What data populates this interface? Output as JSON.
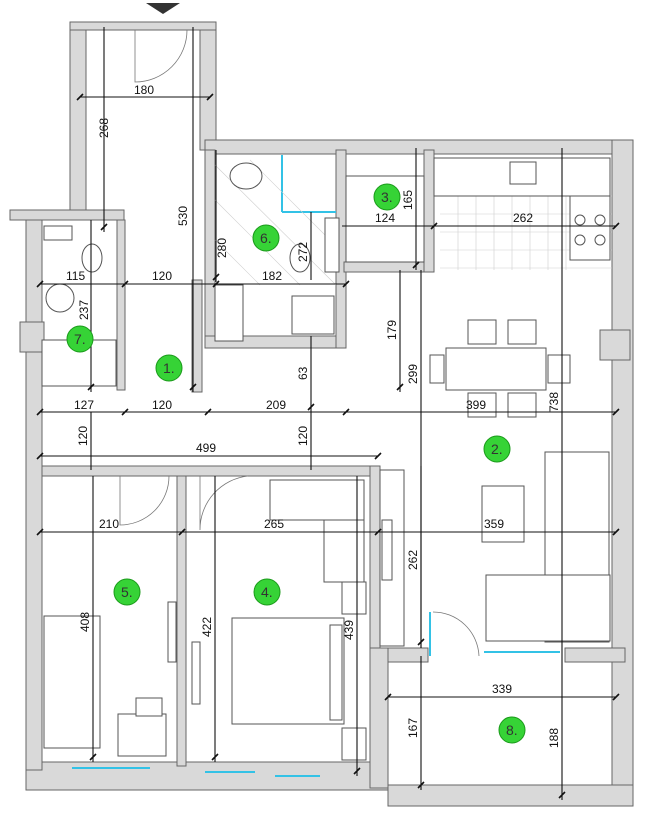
{
  "rooms": [
    {
      "num": "1."
    },
    {
      "num": "2."
    },
    {
      "num": "3."
    },
    {
      "num": "4."
    },
    {
      "num": "5."
    },
    {
      "num": "6."
    },
    {
      "num": "7."
    },
    {
      "num": "8."
    }
  ],
  "dimensions": [
    {
      "label": "180"
    },
    {
      "label": "268"
    },
    {
      "label": "530"
    },
    {
      "label": "280"
    },
    {
      "label": "165"
    },
    {
      "label": "124"
    },
    {
      "label": "262"
    },
    {
      "label": "272"
    },
    {
      "label": "182"
    },
    {
      "label": "115"
    },
    {
      "label": "120"
    },
    {
      "label": "237"
    },
    {
      "label": "179"
    },
    {
      "label": "299"
    },
    {
      "label": "63"
    },
    {
      "label": "127"
    },
    {
      "label": "120"
    },
    {
      "label": "209"
    },
    {
      "label": "399"
    },
    {
      "label": "738"
    },
    {
      "label": "120"
    },
    {
      "label": "120"
    },
    {
      "label": "499"
    },
    {
      "label": "210"
    },
    {
      "label": "265"
    },
    {
      "label": "359"
    },
    {
      "label": "262"
    },
    {
      "label": "408"
    },
    {
      "label": "422"
    },
    {
      "label": "439"
    },
    {
      "label": "339"
    },
    {
      "label": "167"
    },
    {
      "label": "188"
    }
  ],
  "colors": {
    "room_marker": "#36d336",
    "glass": "#33c2e6",
    "wall": "#d9d9d9"
  }
}
